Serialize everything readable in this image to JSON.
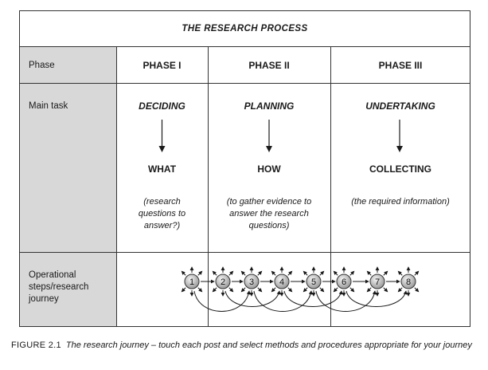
{
  "title": "THE RESEARCH PROCESS",
  "rows": {
    "phase": "Phase",
    "main_task": "Main task",
    "operational": [
      "Operational",
      "steps/research",
      "journey"
    ]
  },
  "phases": [
    {
      "label": "PHASE I",
      "task": "DECIDING",
      "outcome": "WHAT",
      "note": [
        "(research",
        "questions to",
        "answer?)"
      ]
    },
    {
      "label": "PHASE II",
      "task": "PLANNING",
      "outcome": "HOW",
      "note": [
        "(to gather evidence to",
        "answer the research",
        "questions)"
      ]
    },
    {
      "label": "PHASE III",
      "task": "UNDERTAKING",
      "outcome": "COLLECTING",
      "note": [
        "(the required information)"
      ]
    }
  ],
  "steps": [
    "1",
    "2",
    "3",
    "4",
    "5",
    "6",
    "7",
    "8"
  ],
  "caption": {
    "figure": "FIGURE 2.1",
    "text": "The research journey – touch each post and select methods and procedures appropriate for your journey"
  }
}
